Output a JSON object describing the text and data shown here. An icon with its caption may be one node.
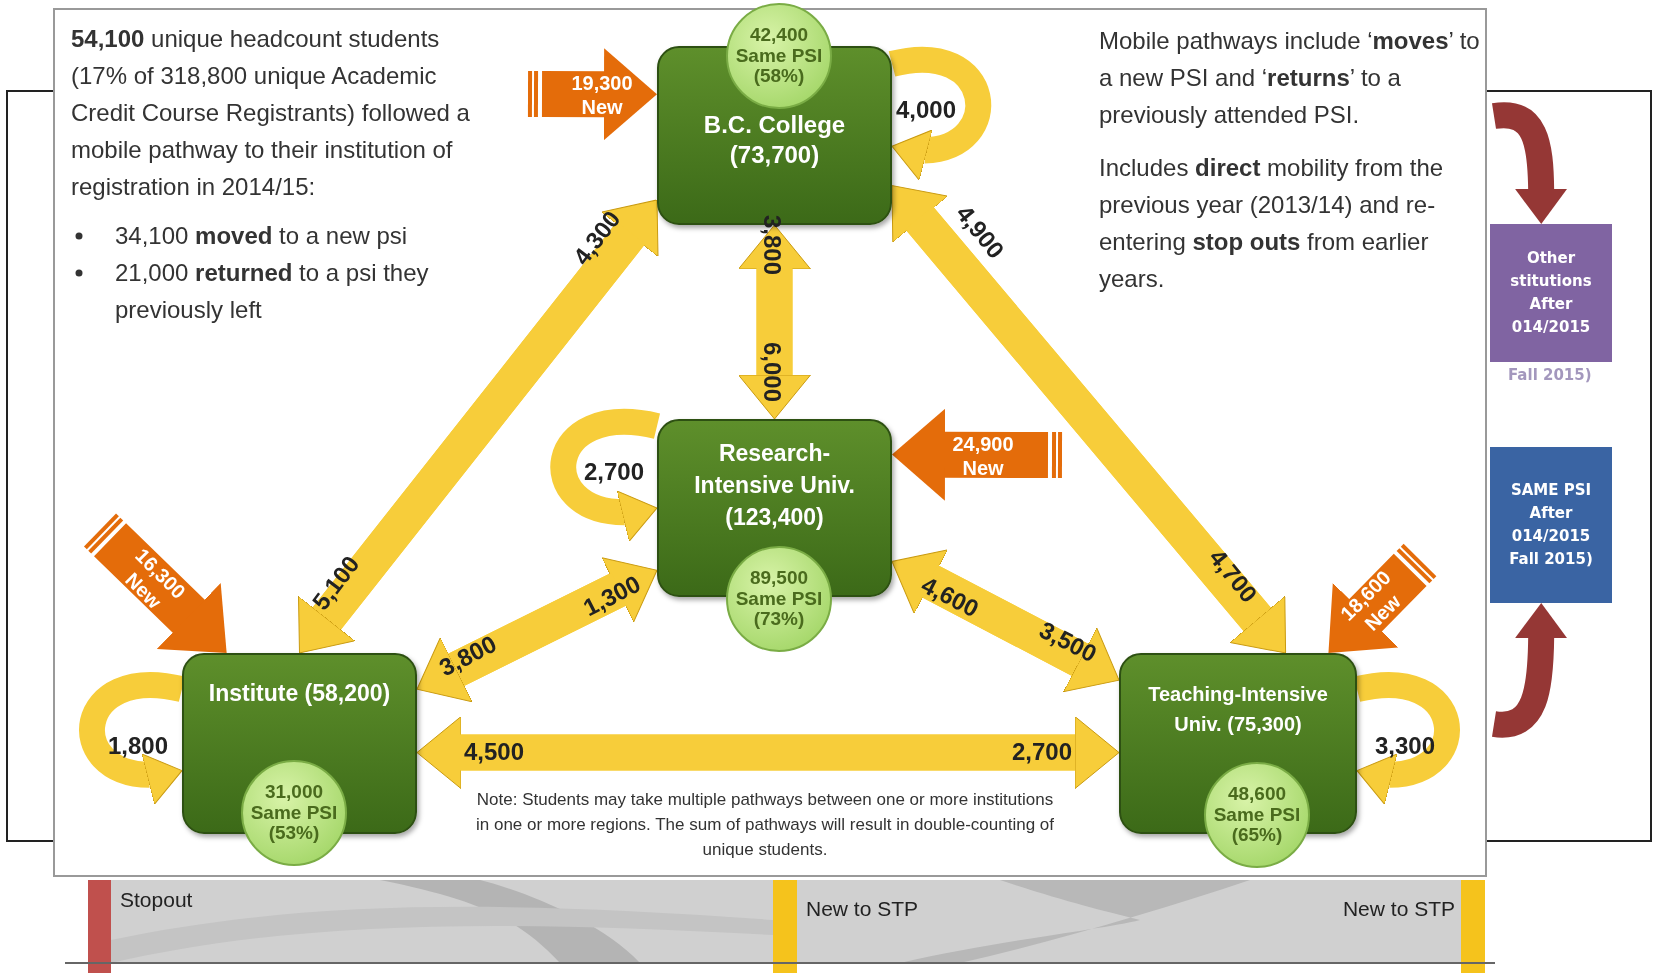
{
  "diagram": {
    "nodes": [
      {
        "text": [
          "B.C. College (73,700)"
        ]
      },
      {
        "text": [
          "42,400 Same PSI (58%)"
        ]
      },
      {
        "text": [
          "Research-Intensive Univ. (123,400)"
        ]
      },
      {
        "text": [
          "89,500 Same PSI (73%)"
        ]
      },
      {
        "text": [
          "Institute (58,200)"
        ]
      },
      {
        "text": [
          "31,000 Same PSI (53%)"
        ]
      },
      {
        "text": [
          "Teaching-Intensive Univ. (75,300)"
        ]
      },
      {
        "text": [
          "48,600 Same PSI (65%)"
        ]
      },
      {
        "text": [
          "Other stitutions After 014/2015"
        ],
        "beside": [
          "Fall 2015)"
        ]
      },
      {
        "text": [
          "SAME PSI After 014/2015 Fall 2015)"
        ]
      }
    ],
    "edges": [
      {
        "from": 4,
        "to": 0,
        "arrow": "to",
        "label": "4,300"
      },
      {
        "from": 0,
        "to": 4,
        "arrow": "to",
        "label": "5,100"
      },
      {
        "from": 2,
        "to": 0,
        "arrow": "to",
        "label": "3,800"
      },
      {
        "from": 0,
        "to": 2,
        "arrow": "to",
        "label": "6,000"
      },
      {
        "from": 6,
        "to": 0,
        "arrow": "to",
        "label": "4,900"
      },
      {
        "from": 0,
        "to": 6,
        "arrow": "to",
        "label": "4,700"
      },
      {
        "from": 4,
        "to": 2,
        "arrow": "to",
        "label": "1,300"
      },
      {
        "from": 2,
        "to": 4,
        "arrow": "to",
        "label": "3,800"
      },
      {
        "from": 6,
        "to": 2,
        "arrow": "to",
        "label": "4,600"
      },
      {
        "from": 2,
        "to": 6,
        "arrow": "to",
        "label": "3,500"
      },
      {
        "from": 6,
        "to": 4,
        "arrow": "to",
        "label": "4,500"
      },
      {
        "from": 4,
        "to": 6,
        "arrow": "to",
        "label": "2,700"
      },
      {
        "from": 0,
        "to": 0,
        "arrow": "to",
        "label": "4,000"
      },
      {
        "from": 2,
        "to": 2,
        "arrow": "to",
        "label": "2,700"
      },
      {
        "from": 4,
        "to": 4,
        "arrow": "to",
        "label": "1,800"
      },
      {
        "from": 6,
        "to": 6,
        "arrow": "to",
        "label": "3,300"
      },
      {
        "from": null,
        "to": 0,
        "arrow": "to",
        "label": "19,300 New",
        "color": "#e46c0a"
      },
      {
        "from": null,
        "to": 2,
        "arrow": "to",
        "label": "24,900 New",
        "color": "#e46c0a"
      },
      {
        "from": null,
        "to": 4,
        "arrow": "to",
        "label": "16,300 New",
        "color": "#e46c0a"
      },
      {
        "from": null,
        "to": 6,
        "arrow": "to",
        "label": "18,600 New",
        "color": "#e46c0a"
      },
      {
        "from": null,
        "to": 8,
        "arrow": "to",
        "color": "#953735"
      },
      {
        "from": null,
        "to": 9,
        "arrow": "to",
        "color": "#953735"
      }
    ],
    "labels": [
      "**54,100** unique headcount students (17% of 318,800 unique Academic Credit Course Registrants) followed a mobile pathway to their institution of registration in 2014/15:",
      "34,100 **moved** to a new psi",
      "21,000 **returned** to a psi they previously left",
      "Mobile pathways include ‘**moves**’ to a new PSI and ‘**returns**’ to a previously attended PSI.",
      "Includes **direct** mobility from the previous year (2013/14) and re-entering **stop outs** from earlier years.",
      "Note: Students may take multiple pathways between one or more institutions in one or more regions. The sum of pathways will result in double-counting of unique students.",
      "Stopout",
      "New to STP",
      "New to STP"
    ]
  }
}
